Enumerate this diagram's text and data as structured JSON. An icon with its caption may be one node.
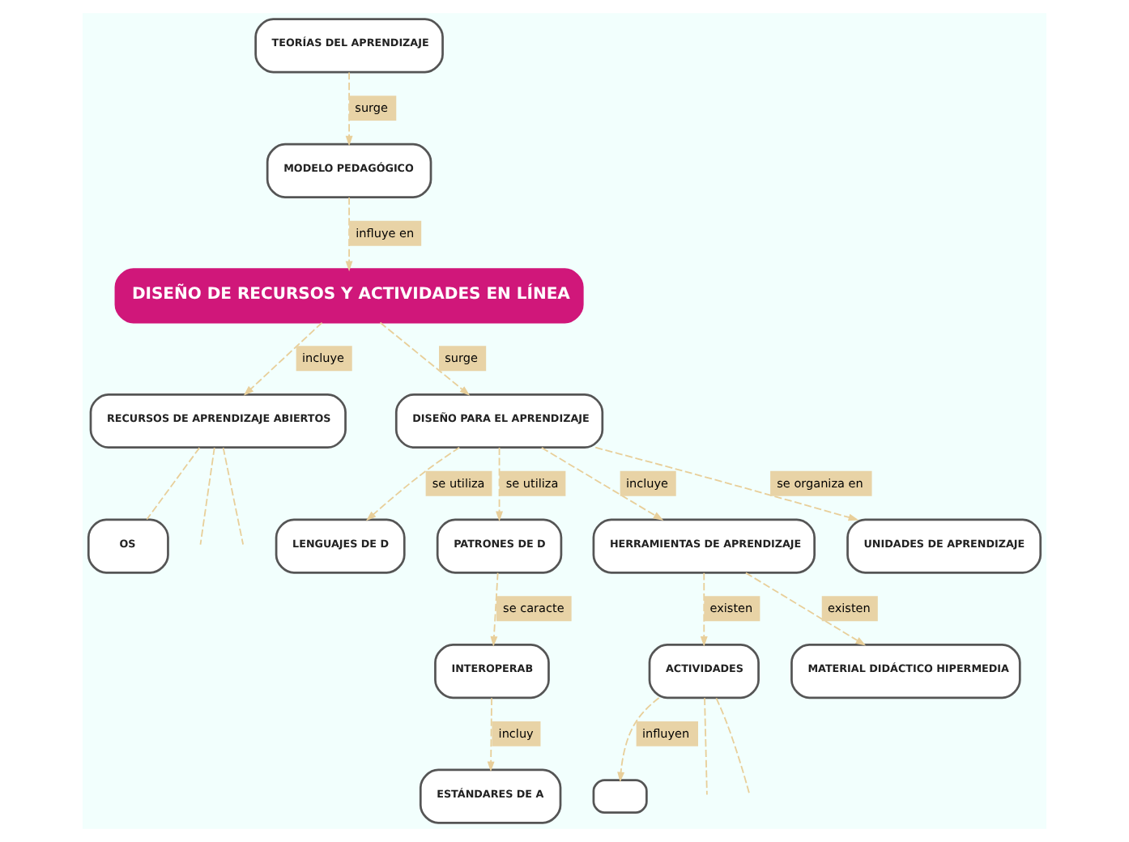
{
  "diagram": {
    "nodes": [
      {
        "text": [
          "DISEÑO DE RECURSOS Y ACTIVIDADES EN LÍNEA"
        ]
      },
      {
        "text": [
          "MODELO PEDAGÓGICO"
        ]
      },
      {
        "text": [
          "TEORÍAS DEL APRENDIZAJE"
        ]
      },
      {
        "text": [
          "RECURSOS DE APRENDIZAJE ABIERTOS"
        ]
      },
      {
        "text": [
          "OS"
        ]
      },
      {
        "text": [
          "DISEÑO PARA EL APRENDIZAJE"
        ]
      },
      {
        "text": [
          "LENGUAJES DE D"
        ]
      },
      {
        "text": [
          "PATRONES DE D"
        ]
      },
      {
        "text": [
          "HERRAMIENTAS DE APRENDIZAJE"
        ]
      },
      {
        "text": [
          "UNIDADES DE APRENDIZAJE"
        ]
      },
      {
        "text": [
          "INTEROPERAB"
        ]
      },
      {
        "text": [
          "ACTIVIDADES"
        ]
      },
      {
        "text": [
          "MATERIAL DIDÁCTICO HIPERMEDIA"
        ]
      },
      {
        "text": [],
        "shape": "box"
      },
      {
        "text": [
          "ESTÁNDARES DE A"
        ]
      }
    ],
    "edges": [
      {
        "from": 2,
        "to": 1,
        "arrow": "to",
        "label": "surge",
        "style": "dashed"
      },
      {
        "from": 1,
        "to": 0,
        "arrow": "to",
        "label": "influye en",
        "style": "dashed"
      },
      {
        "from": 0,
        "to": 3,
        "arrow": "to",
        "label": "incluye",
        "style": "dashed"
      },
      {
        "from": 0,
        "to": 5,
        "arrow": "to",
        "label": "surge",
        "style": "dashed"
      },
      {
        "from": 3,
        "to": null,
        "arrow": "none",
        "style": "dashed"
      },
      {
        "from": 3,
        "to": null,
        "arrow": "none",
        "style": "dashed"
      },
      {
        "from": 3,
        "to": 4,
        "arrow": "none",
        "style": "dashed"
      },
      {
        "from": 5,
        "to": 6,
        "arrow": "to",
        "label": "se utiliza",
        "style": "dashed"
      },
      {
        "from": 5,
        "to": 7,
        "arrow": "to",
        "label": "se utiliza",
        "style": "dashed"
      },
      {
        "from": 5,
        "to": 8,
        "arrow": "to",
        "label": "incluye",
        "style": "dashed"
      },
      {
        "from": 5,
        "to": 9,
        "arrow": "to",
        "label": "se organiza en",
        "style": "dashed"
      },
      {
        "from": 7,
        "to": 10,
        "arrow": "to",
        "label": "se caracte",
        "style": "dashed"
      },
      {
        "from": 8,
        "to": 11,
        "arrow": "to",
        "label": "existen",
        "style": "dashed"
      },
      {
        "from": 8,
        "to": 12,
        "arrow": "to",
        "label": "existen",
        "style": "dashed"
      },
      {
        "from": 11,
        "to": 13,
        "arrow": "to",
        "label": "influyen",
        "style": "dashed"
      },
      {
        "from": 11,
        "to": null,
        "arrow": "none",
        "style": "dashed"
      },
      {
        "from": 11,
        "to": null,
        "arrow": "none",
        "style": "dashed"
      },
      {
        "from": 10,
        "to": 14,
        "arrow": "to",
        "label": "incluy",
        "style": "dashed"
      }
    ]
  }
}
